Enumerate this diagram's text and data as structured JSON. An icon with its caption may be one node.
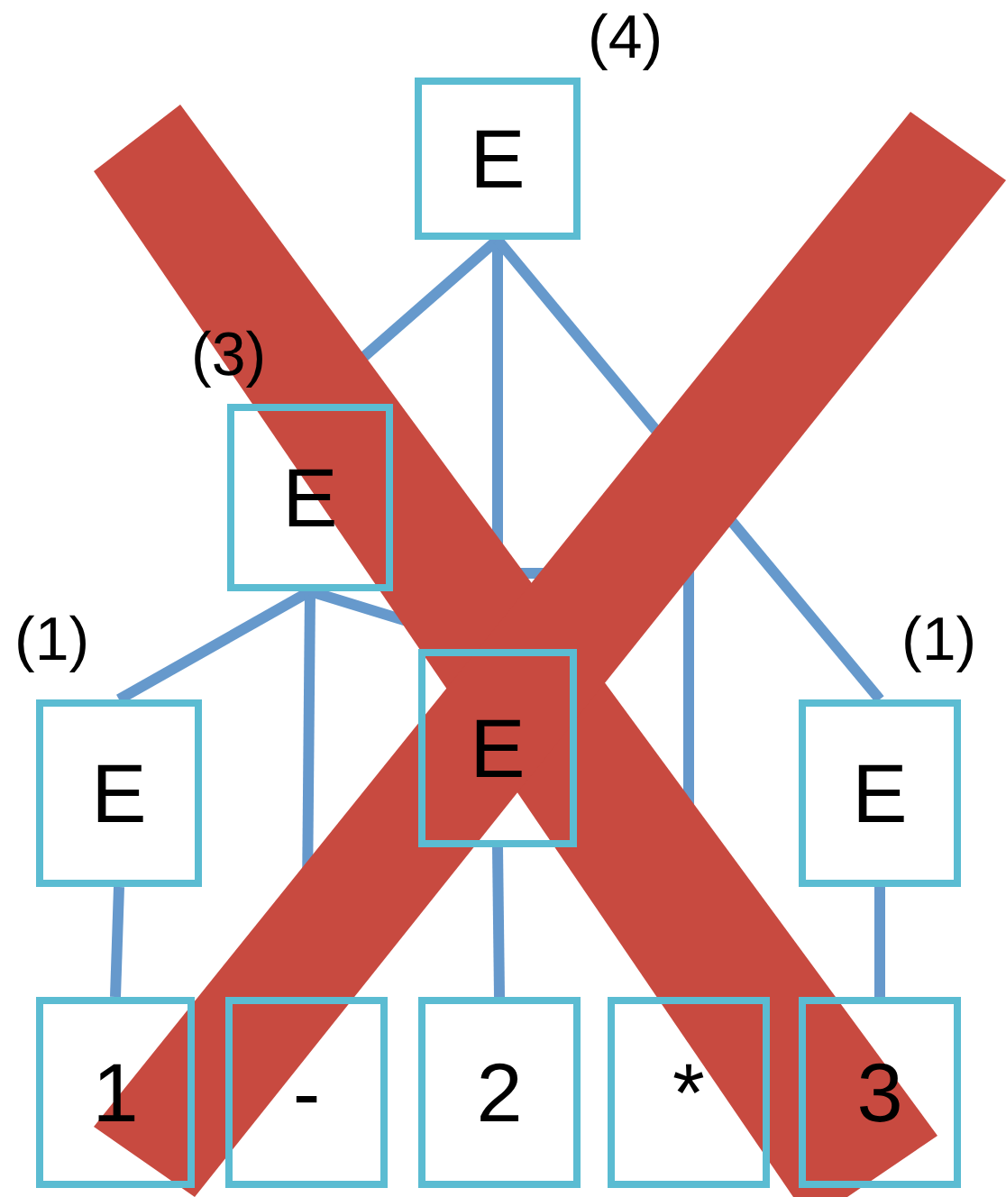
{
  "diagram": {
    "nodes": [
      {
        "text": [
          "E"
        ],
        "beside": [
          "(4)"
        ]
      },
      {
        "text": [
          "E"
        ],
        "beside": [
          "(3)"
        ]
      },
      {
        "text": [
          "E"
        ],
        "beside": [
          "(1)"
        ]
      },
      {
        "text": [
          "E"
        ]
      },
      {
        "text": [
          "E"
        ],
        "beside": [
          "(1)"
        ]
      },
      {
        "text": [
          "1"
        ]
      },
      {
        "text": [
          "-"
        ]
      },
      {
        "text": [
          "2"
        ]
      },
      {
        "text": [
          "*"
        ]
      },
      {
        "text": [
          "3"
        ]
      }
    ],
    "edges": [
      {
        "from": 0,
        "to": 1,
        "arrow": "none"
      },
      {
        "from": 0,
        "to": 8,
        "arrow": "none"
      },
      {
        "from": 0,
        "to": 4,
        "arrow": "none"
      },
      {
        "from": 1,
        "to": 2,
        "arrow": "none"
      },
      {
        "from": 1,
        "to": 6,
        "arrow": "none"
      },
      {
        "from": 1,
        "to": 3,
        "arrow": "none"
      },
      {
        "from": 2,
        "to": 5,
        "arrow": "none"
      },
      {
        "from": 3,
        "to": 7,
        "arrow": "none"
      },
      {
        "from": 4,
        "to": 9,
        "arrow": "none"
      }
    ]
  }
}
